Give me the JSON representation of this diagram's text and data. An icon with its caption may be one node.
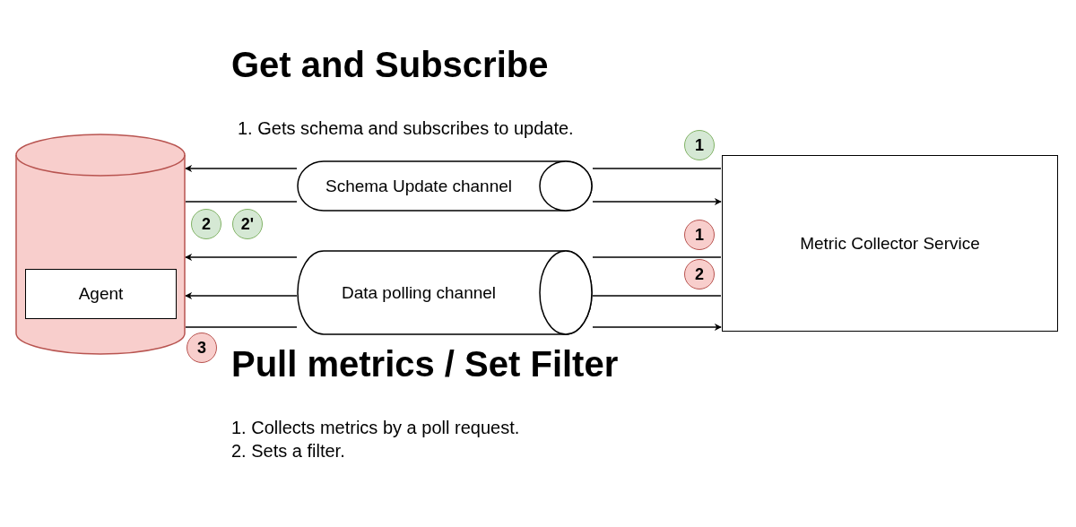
{
  "diagram": {
    "title": "Get and Subscribe",
    "nodes": [
      {
        "text": [],
        "shape": "cylinder"
      },
      {
        "text": [
          "Agent"
        ],
        "in": 0
      },
      {
        "text": [
          "Schema Update channel"
        ]
      },
      {
        "text": [
          "Data polling channel"
        ]
      },
      {
        "text": [
          "Metric Collector Service"
        ]
      },
      {
        "text": [
          "1"
        ]
      },
      {
        "text": [
          "2"
        ]
      },
      {
        "text": [
          "2'"
        ]
      },
      {
        "text": [
          "1"
        ]
      },
      {
        "text": [
          "2"
        ]
      },
      {
        "text": [
          "3"
        ]
      }
    ],
    "edges": [
      {
        "from": 4,
        "to": 2,
        "arrow": "none"
      },
      {
        "from": 2,
        "to": 0,
        "arrow": "to"
      },
      {
        "from": 0,
        "to": 2,
        "arrow": "none"
      },
      {
        "from": 2,
        "to": 4,
        "arrow": "to"
      },
      {
        "from": 4,
        "to": 3,
        "arrow": "none"
      },
      {
        "from": 3,
        "to": 0,
        "arrow": "to"
      },
      {
        "from": 4,
        "to": 3,
        "arrow": "none"
      },
      {
        "from": 3,
        "to": 0,
        "arrow": "to"
      },
      {
        "from": 0,
        "to": 3,
        "arrow": "none"
      },
      {
        "from": 3,
        "to": 4,
        "arrow": "to"
      }
    ],
    "labels": [
      "1. Gets schema and subscribes to update.",
      "Pull metrics / Set Filter",
      "1. Collects metrics by a poll request.",
      "2. Sets a filter."
    ]
  }
}
